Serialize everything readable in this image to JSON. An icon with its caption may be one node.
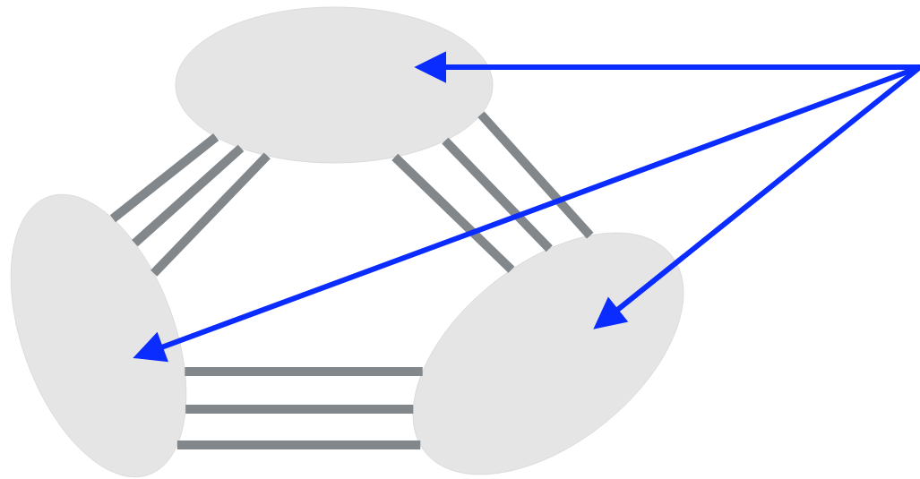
{
  "diagram": {
    "nodes": [
      {
        "text": [],
        "shape": "ellipse"
      },
      {
        "text": [],
        "shape": "ellipse"
      },
      {
        "text": [],
        "shape": "ellipse"
      }
    ],
    "edges": [
      {
        "from": 0,
        "to": 1,
        "arrow": "none"
      },
      {
        "from": 0,
        "to": 1,
        "arrow": "none"
      },
      {
        "from": 0,
        "to": 1,
        "arrow": "none"
      },
      {
        "from": 0,
        "to": 2,
        "arrow": "none"
      },
      {
        "from": 0,
        "to": 2,
        "arrow": "none"
      },
      {
        "from": 0,
        "to": 2,
        "arrow": "none"
      },
      {
        "from": 1,
        "to": 2,
        "arrow": "none"
      },
      {
        "from": 1,
        "to": 2,
        "arrow": "none"
      },
      {
        "from": 1,
        "to": 2,
        "arrow": "none"
      },
      {
        "from": null,
        "to": 0,
        "arrow": "to",
        "color": "#0a2cff"
      },
      {
        "from": null,
        "to": 1,
        "arrow": "to",
        "color": "#0a2cff"
      },
      {
        "from": null,
        "to": 2,
        "arrow": "to",
        "color": "#0a2cff"
      }
    ]
  }
}
